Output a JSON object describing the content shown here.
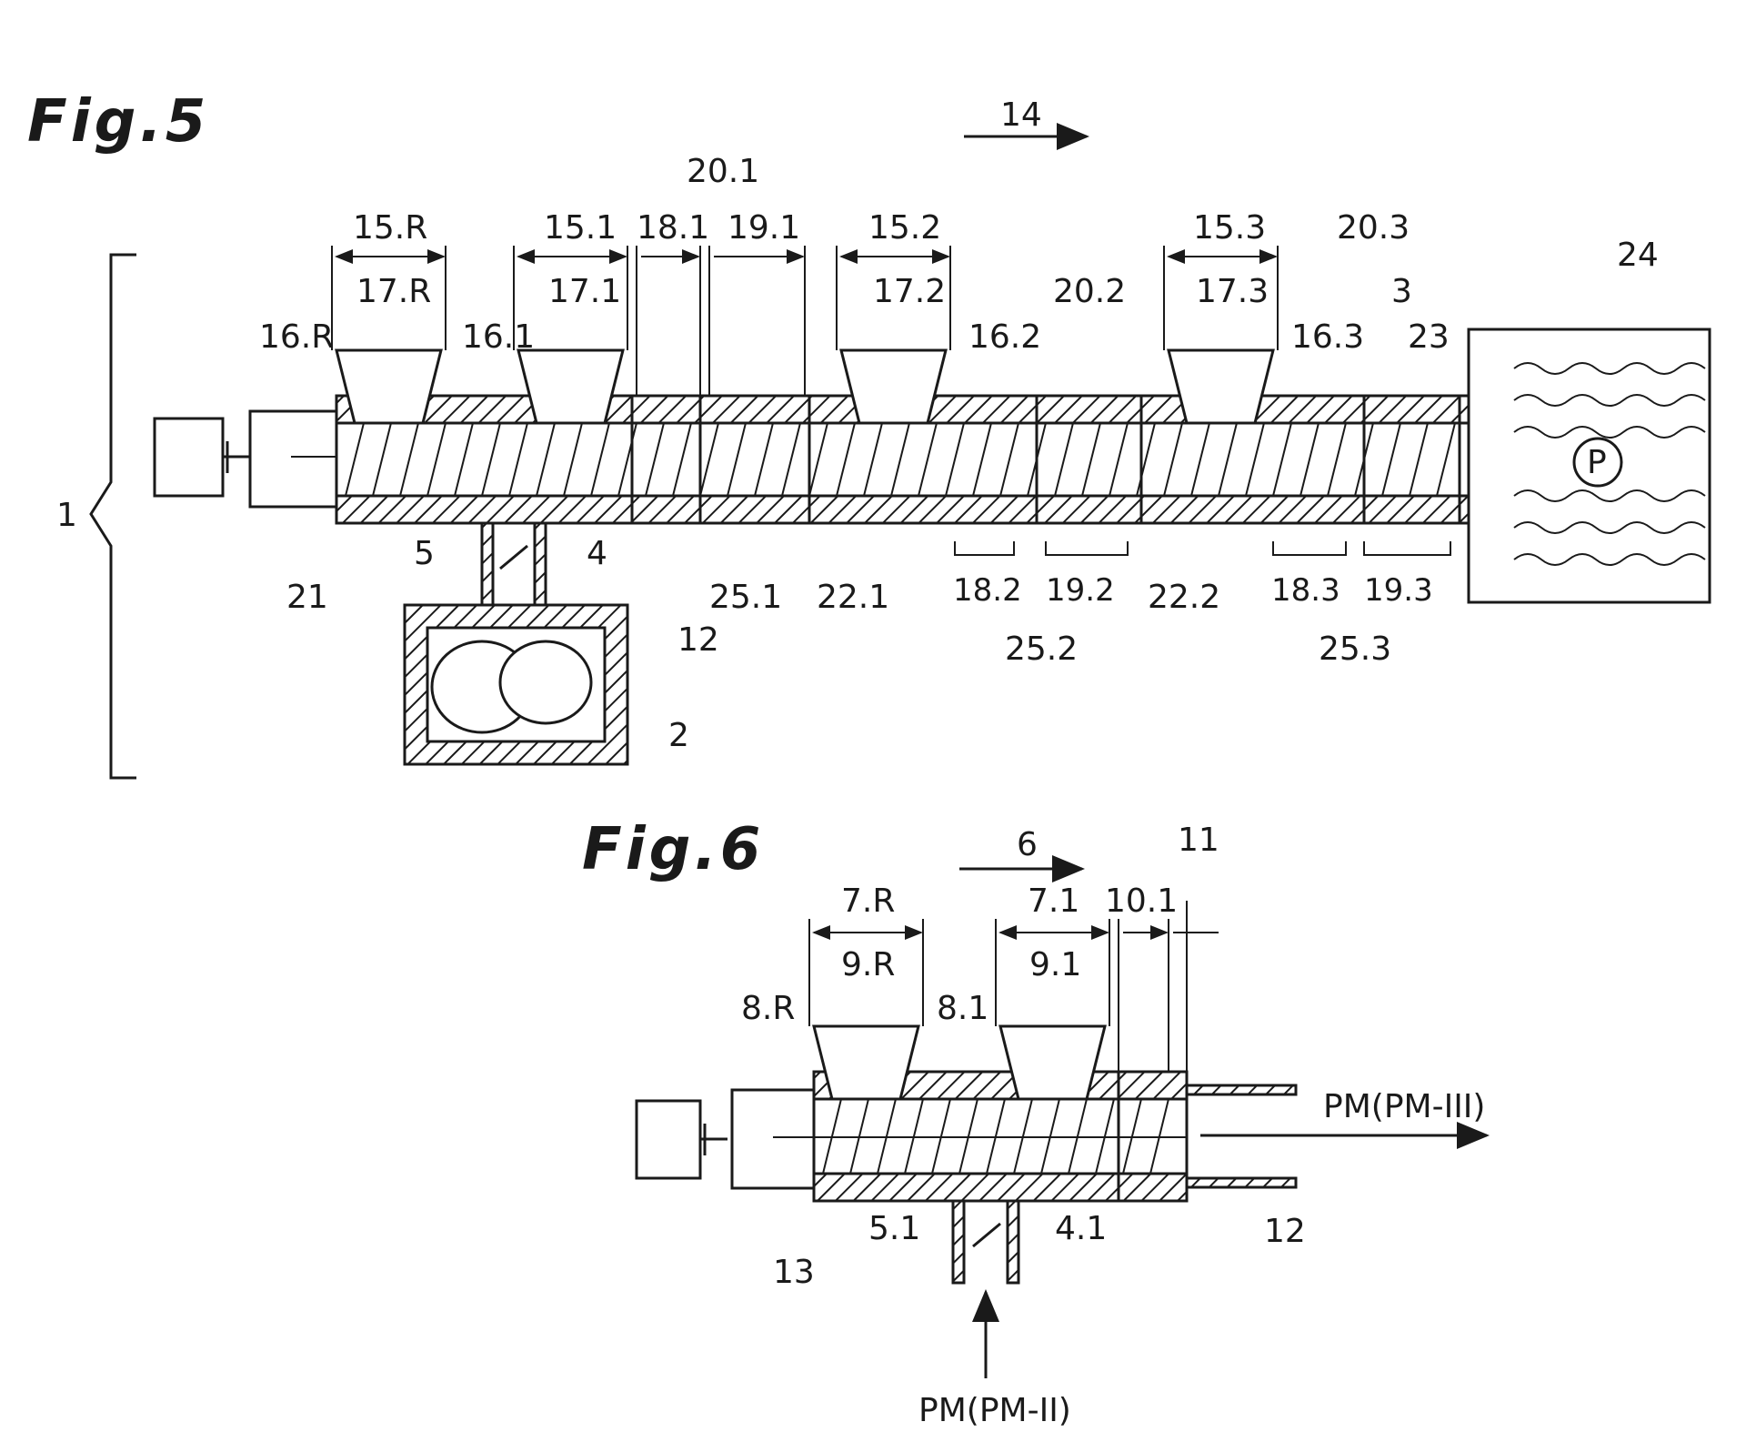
{
  "figures": {
    "fig5_title": "Fig.5",
    "fig6_title": "Fig.6"
  },
  "fig5": {
    "flow_arrow": "14",
    "brace_label": "1",
    "labels": {
      "l_15R": "15.R",
      "l_17R": "17.R",
      "l_16R": "16.R",
      "l_151": "15.1",
      "l_171": "17.1",
      "l_161": "16.1",
      "l_181": "18.1",
      "l_201": "20.1",
      "l_191": "19.1",
      "l_152": "15.2",
      "l_172": "17.2",
      "l_162": "16.2",
      "l_202": "20.2",
      "l_153": "15.3",
      "l_173": "17.3",
      "l_163": "16.3",
      "l_203": "20.3",
      "l_3": "3",
      "l_23": "23",
      "l_24": "24",
      "l_P": "P",
      "l_21": "21",
      "l_5": "5",
      "l_4": "4",
      "l_12": "12",
      "l_2": "2",
      "l_251": "25.1",
      "l_221": "22.1",
      "l_182": "18.2",
      "l_192": "19.2",
      "l_252": "25.2",
      "l_222": "22.2",
      "l_183": "18.3",
      "l_193": "19.3",
      "l_253": "25.3"
    }
  },
  "fig6": {
    "flow_arrow": "6",
    "labels": {
      "l_7R": "7.R",
      "l_9R": "9.R",
      "l_8R": "8.R",
      "l_71": "7.1",
      "l_91": "9.1",
      "l_81": "8.1",
      "l_101": "10.1",
      "l_11": "11",
      "l_pm_out": "PM(PM-III)",
      "l_12": "12",
      "l_13": "13",
      "l_51": "5.1",
      "l_41": "4.1",
      "l_pm_in": "PM(PM-II)"
    }
  }
}
